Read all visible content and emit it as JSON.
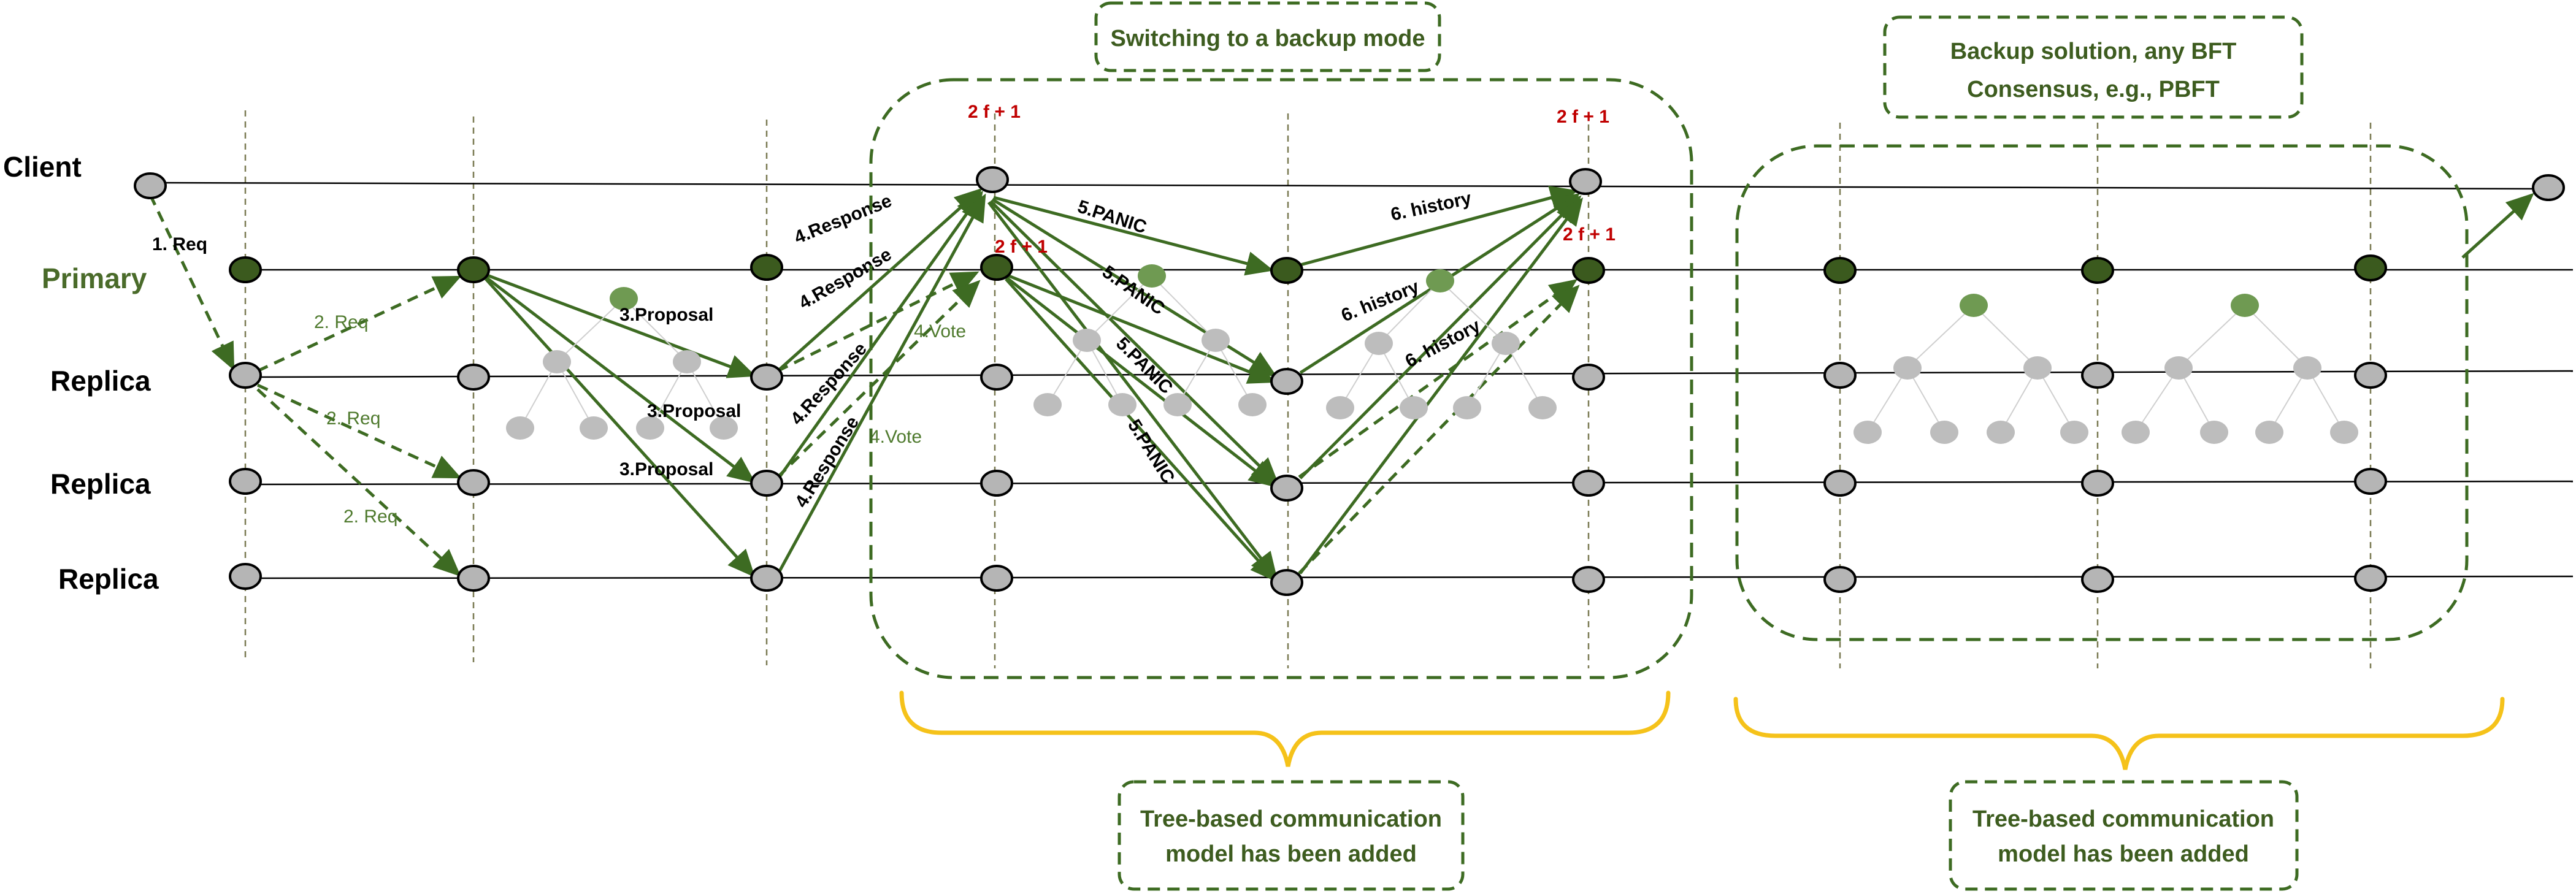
{
  "roles": {
    "client": "Client",
    "primary": "Primary",
    "replica1": "Replica",
    "replica2": "Replica",
    "replica3": "Replica"
  },
  "messages": {
    "req1": "1. Req",
    "req2a": "2. Req",
    "req2b": "2. Req",
    "req2c": "2. Req",
    "proposal_a": "3.Proposal",
    "proposal_b": "3.Proposal",
    "proposal_c": "3.Proposal",
    "response_a": "4.Response",
    "response_b": "4.Response",
    "response_c": "4.Response",
    "response_d": "4.Response",
    "vote_a": "4.Vote",
    "vote_b": "4.Vote",
    "panic_a": "5.PANIC",
    "panic_b": "5.PANIC",
    "panic_c": "5.PANIC",
    "panic_d": "5.PANIC",
    "history_a": "6. history",
    "history_b": "6. history",
    "history_c": "6. history"
  },
  "quorum": {
    "client_a": "2 f + 1",
    "primary_a": "2 f + 1",
    "client_b": "2 f + 1",
    "primary_b": "2 f + 1"
  },
  "boxes": {
    "switching": "Switching to a backup mode",
    "backup_line1": "Backup solution, any BFT",
    "backup_line2": "Consensus, e.g., PBFT",
    "tree1_line1": "Tree-based communication",
    "tree1_line2": "model has been added",
    "tree2_line1": "Tree-based communication",
    "tree2_line2": "model has been added"
  },
  "colors": {
    "arrow_green": "#3d6b22",
    "dark_node": "#3b5a1e",
    "node_grey": "#b5b5b5",
    "tree_root": "#6f9a52",
    "tree_child": "#bdbdbd",
    "brace_yellow": "#f5c21a",
    "box_border": "#3d6b22"
  }
}
